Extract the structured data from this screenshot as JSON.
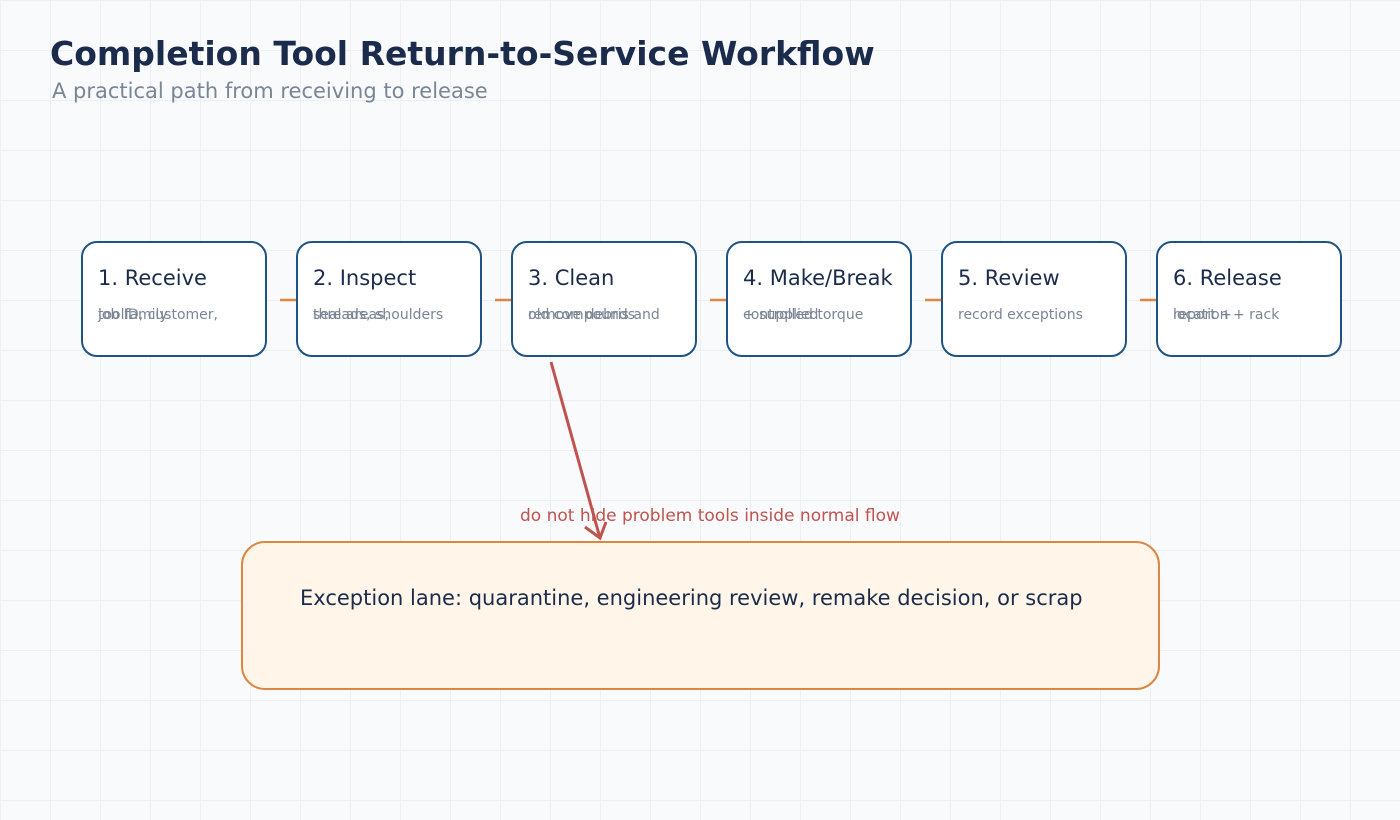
{
  "title": "Completion Tool Return-to-Service Workflow",
  "subtitle": "A practical path from receiving to release",
  "steps": [
    {
      "title": "1. Receive",
      "lines": [
        "job ID, customer,",
        "toolfamily"
      ]
    },
    {
      "title": "2. Inspect",
      "lines": [
        "threads, shoulders",
        "seal areas,"
      ]
    },
    {
      "title": "3. Clean",
      "lines": [
        "remove debris and",
        "old compounds"
      ]
    },
    {
      "title": "4. Make/Break",
      "lines": [
        "controlled torque",
        "+ supplied"
      ]
    },
    {
      "title": "5. Review",
      "lines": [
        "record exceptions"
      ]
    },
    {
      "title": "6. Release",
      "lines": [
        "location + rack",
        "report +"
      ]
    }
  ],
  "exception": {
    "text": "Exception lane: quarantine, engineering review, remake decision, or scrap",
    "arrow_label": "do not hide problem tools inside normal flow"
  },
  "colors": {
    "step_border": "#1f5384",
    "connector": "#db8641",
    "exception_border": "#db8641",
    "exception_fill": "#fff5e8",
    "arrow": "#c0534e"
  }
}
